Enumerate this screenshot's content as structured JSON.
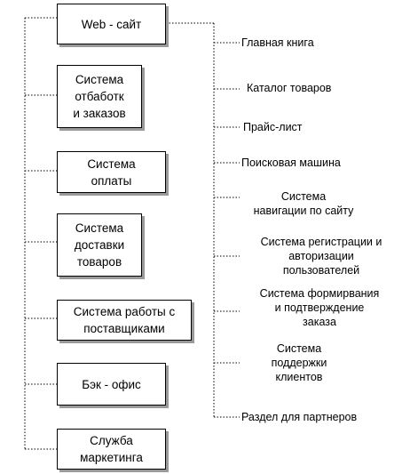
{
  "diagram": {
    "root": "Web - сайт",
    "modules": [
      "Система\nотбаботк\nи заказов",
      "Система\nоплаты",
      "Система\nдоставки\nтоваров",
      "Система работы с\nпоставщиками",
      "Бэк - офис",
      "Служба\nмаркетинга"
    ],
    "items": [
      "Главная книга",
      "Каталог товаров",
      "Прайс-лист",
      "Поисковая машина",
      "Система\nнавигации по сайту",
      "Система регистрации  и\nавторизации\nпользователей",
      "Система формирвания\nи подтверждение\nзаказа",
      "Система\nподдержки\nклиентов",
      "Раздел для партнеров"
    ],
    "line_color": "#000000",
    "shadow_color": "#9a9a9a"
  }
}
